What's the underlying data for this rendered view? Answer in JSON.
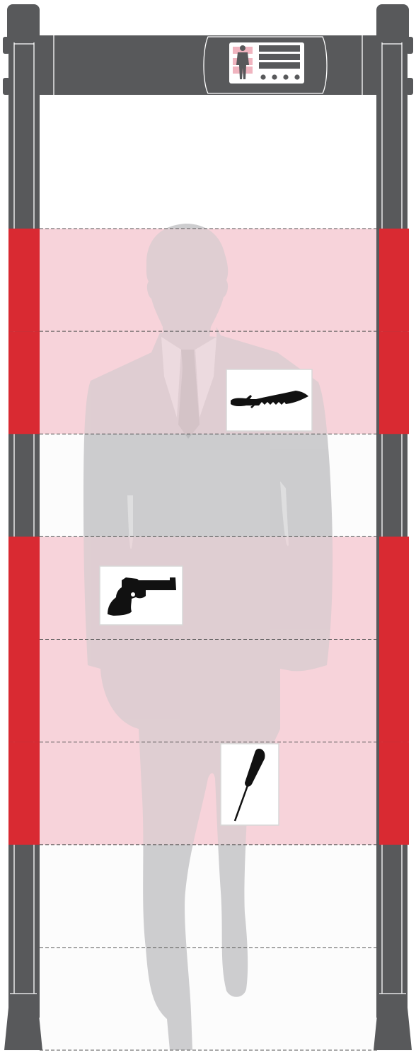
{
  "colors": {
    "frame": "#58595b",
    "frame_edge": "#ffffff",
    "active_zone_bar": "#d92a32",
    "active_zone_fill": "#f7d3da",
    "silhouette": "#c9c9cb",
    "silhouette_overlap": "#dcb9c2",
    "dashed_line": "#555555",
    "control_panel_bg": "#ffffff"
  },
  "zones": {
    "total": 8,
    "active": [
      1,
      2,
      4,
      5,
      6
    ],
    "inactive": [
      3,
      7,
      8
    ]
  },
  "detected_items": [
    {
      "name": "knife-icon",
      "zone": 2
    },
    {
      "name": "revolver-icon",
      "zone": 4
    },
    {
      "name": "screwdriver-icon",
      "zone": 6
    }
  ],
  "control_panel": {
    "icon": "person-zone-icon",
    "indicator_lights": 4,
    "display_bars": 3
  }
}
